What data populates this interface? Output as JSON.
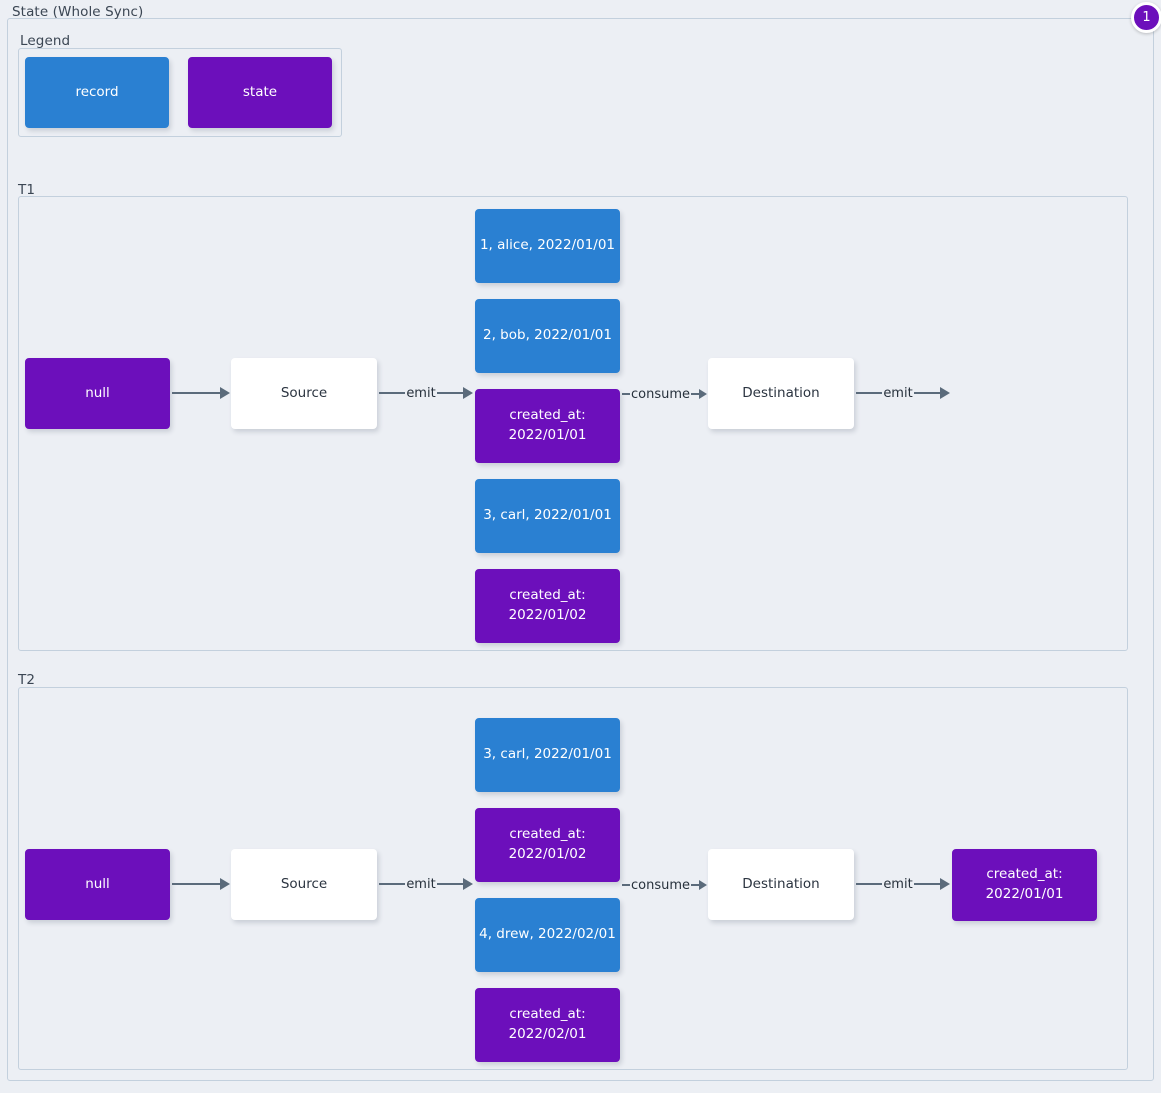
{
  "diagram": {
    "title": "State (Whole Sync)",
    "badge": "1"
  },
  "legend": {
    "title": "Legend",
    "items": [
      {
        "label": "record",
        "kind": "record",
        "color": "#2a80d2"
      },
      {
        "label": "state",
        "kind": "state",
        "color": "#6c0fbb"
      }
    ]
  },
  "colors": {
    "record": "#2a80d2",
    "state": "#6c0fbb",
    "plain": "#ffffff",
    "background": "#eceff4",
    "frame_border": "#c3d0dd",
    "edge": "#5b6b7b",
    "text_dark": "#2b3440"
  },
  "t1": {
    "title": "T1",
    "initial_state": "null",
    "source": "Source",
    "destination": "Destination",
    "messages": [
      {
        "text": "1, alice, 2022/01/01",
        "kind": "record"
      },
      {
        "text": "2, bob, 2022/01/01",
        "kind": "record"
      },
      {
        "text": "created_at:\n2022/01/01",
        "kind": "state"
      },
      {
        "text": "3, carl, 2022/01/01",
        "kind": "record"
      },
      {
        "text": "created_at:\n2022/01/02",
        "kind": "state"
      }
    ],
    "edges": {
      "state_to_source": "",
      "source_emit": "emit",
      "consume": "consume",
      "dest_emit": "emit"
    },
    "final_state": null
  },
  "t2": {
    "title": "T2",
    "initial_state": "null",
    "source": "Source",
    "destination": "Destination",
    "messages": [
      {
        "text": "3, carl, 2022/01/01",
        "kind": "record"
      },
      {
        "text": "created_at:\n2022/01/02",
        "kind": "state"
      },
      {
        "text": "4, drew, 2022/02/01",
        "kind": "record"
      },
      {
        "text": "created_at:\n2022/02/01",
        "kind": "state"
      }
    ],
    "edges": {
      "state_to_source": "",
      "source_emit": "emit",
      "consume": "consume",
      "dest_emit": "emit"
    },
    "final_state": "created_at:\n2022/01/01"
  }
}
